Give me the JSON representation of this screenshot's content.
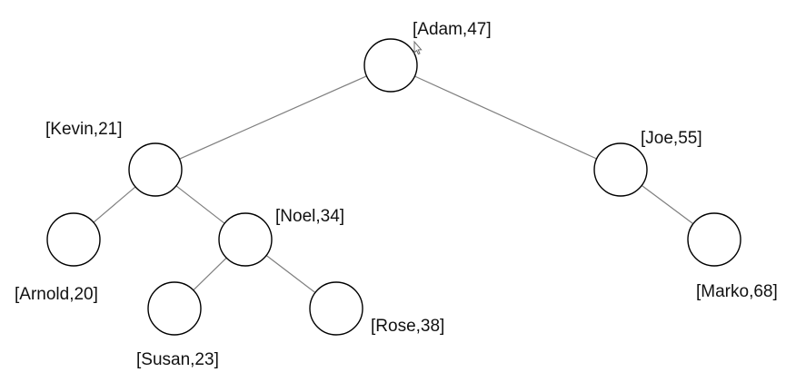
{
  "tree": {
    "nodes": [
      {
        "id": "adam",
        "label": "[Adam,47]"
      },
      {
        "id": "kevin",
        "label": "[Kevin,21]"
      },
      {
        "id": "joe",
        "label": "[Joe,55]"
      },
      {
        "id": "arnold",
        "label": "[Arnold,20]"
      },
      {
        "id": "noel",
        "label": "[Noel,34]"
      },
      {
        "id": "marko",
        "label": "[Marko,68]"
      },
      {
        "id": "susan",
        "label": "[Susan,23]"
      },
      {
        "id": "rose",
        "label": "[Rose,38]"
      }
    ],
    "edges": [
      [
        "adam",
        "kevin"
      ],
      [
        "adam",
        "joe"
      ],
      [
        "kevin",
        "arnold"
      ],
      [
        "kevin",
        "noel"
      ],
      [
        "joe",
        "marko"
      ],
      [
        "noel",
        "susan"
      ],
      [
        "noel",
        "rose"
      ]
    ]
  },
  "colors": {
    "edge": "#7f7f7f",
    "node_stroke": "#000000",
    "node_fill": "#ffffff",
    "text": "#111111"
  },
  "cursor_icon": "mouse-pointer-icon"
}
